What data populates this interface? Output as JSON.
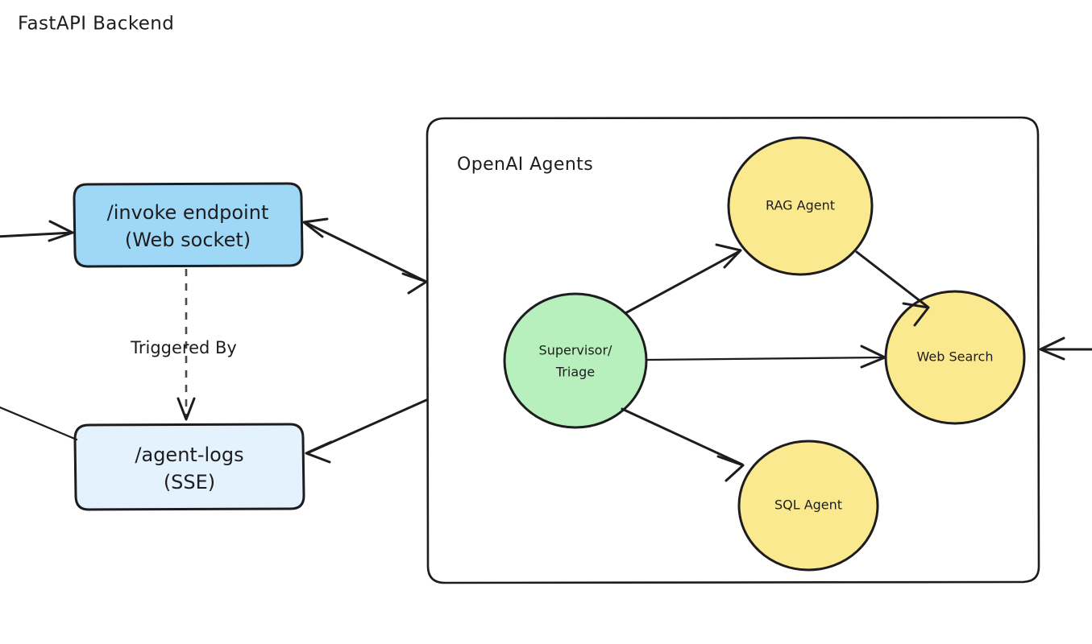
{
  "diagram": {
    "title": "FastAPI Backend",
    "background_color": "#ffffff",
    "stroke_color": "#1d1d1f"
  },
  "groups": [
    {
      "id": "openai-agents",
      "label": "OpenAI Agents",
      "fill": "none",
      "stroke": "#1d1d1f"
    }
  ],
  "boxes": [
    {
      "id": "invoke-endpoint",
      "line1": "/invoke endpoint",
      "line2": "(Web socket)",
      "fill": "#9fd8f7",
      "stroke": "#1d1d1f"
    },
    {
      "id": "agent-logs",
      "line1": "/agent-logs",
      "line2": "(SSE)",
      "fill": "#e3f2fd",
      "stroke": "#1d1d1f"
    }
  ],
  "nodes": [
    {
      "id": "rag-agent",
      "label": "RAG Agent",
      "fill": "#fbe98f",
      "stroke": "#1d1d1f"
    },
    {
      "id": "supervisor-triage",
      "line1": "Supervisor/",
      "line2": "Triage",
      "fill": "#b7f0bd",
      "stroke": "#1d1d1f"
    },
    {
      "id": "web-search",
      "label": "Web Search",
      "fill": "#fbe98f",
      "stroke": "#1d1d1f"
    },
    {
      "id": "sql-agent",
      "label": "SQL Agent",
      "fill": "#fbe98f",
      "stroke": "#1d1d1f"
    }
  ],
  "edges": [
    {
      "id": "external-to-invoke",
      "from": "external-left",
      "to": "invoke-endpoint",
      "style": "solid",
      "arrow": "end",
      "label": ""
    },
    {
      "id": "invoke-to-agents",
      "from": "invoke-endpoint",
      "to": "openai-agents",
      "style": "solid",
      "arrow": "both",
      "label": ""
    },
    {
      "id": "invoke-to-agentlogs",
      "from": "invoke-endpoint",
      "to": "agent-logs",
      "style": "dashed",
      "arrow": "end",
      "label": "Triggered By"
    },
    {
      "id": "agents-to-agentlogs",
      "from": "openai-agents",
      "to": "agent-logs",
      "style": "solid",
      "arrow": "end",
      "label": ""
    },
    {
      "id": "agentlogs-to-external",
      "from": "agent-logs",
      "to": "external-left",
      "style": "solid",
      "arrow": "none",
      "label": ""
    },
    {
      "id": "external-right-to-agents",
      "from": "external-right",
      "to": "openai-agents",
      "style": "solid",
      "arrow": "end",
      "label": ""
    },
    {
      "id": "supervisor-to-rag",
      "from": "supervisor-triage",
      "to": "rag-agent",
      "style": "solid",
      "arrow": "end",
      "label": ""
    },
    {
      "id": "supervisor-to-websearch",
      "from": "supervisor-triage",
      "to": "web-search",
      "style": "solid",
      "arrow": "end",
      "label": ""
    },
    {
      "id": "supervisor-to-sql",
      "from": "supervisor-triage",
      "to": "sql-agent",
      "style": "solid",
      "arrow": "end",
      "label": ""
    },
    {
      "id": "rag-to-websearch",
      "from": "rag-agent",
      "to": "web-search",
      "style": "solid",
      "arrow": "end",
      "label": ""
    }
  ],
  "labels": {
    "triggered_by": "Triggered By"
  }
}
